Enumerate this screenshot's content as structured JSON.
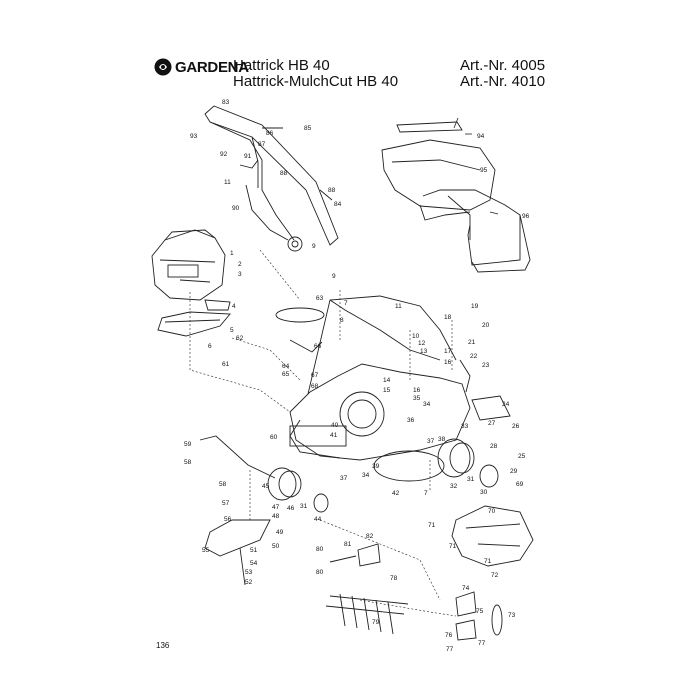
{
  "header": {
    "brand": "GARDENA",
    "model_line1": "Hattrick HB 40",
    "model_line2": "Hattrick-MulchCut HB 40",
    "art_no_1": "Art.-Nr. 4005",
    "art_no_2": "Art.-Nr. 4010"
  },
  "parts": [
    {
      "id": "83",
      "n": "83"
    },
    {
      "id": "85",
      "n": "85"
    },
    {
      "id": "86",
      "n": "86"
    },
    {
      "id": "87",
      "n": "87"
    },
    {
      "id": "93",
      "n": "93"
    },
    {
      "id": "92",
      "n": "92"
    },
    {
      "id": "91",
      "n": "91"
    },
    {
      "id": "11a",
      "n": "11"
    },
    {
      "id": "88a",
      "n": "88"
    },
    {
      "id": "88b",
      "n": "88"
    },
    {
      "id": "84",
      "n": "84"
    },
    {
      "id": "90",
      "n": "90"
    },
    {
      "id": "9a",
      "n": "9"
    },
    {
      "id": "94",
      "n": "94"
    },
    {
      "id": "95",
      "n": "95"
    },
    {
      "id": "96",
      "n": "96"
    },
    {
      "id": "1",
      "n": "1"
    },
    {
      "id": "2",
      "n": "2"
    },
    {
      "id": "3",
      "n": "3"
    },
    {
      "id": "4",
      "n": "4"
    },
    {
      "id": "5",
      "n": "5"
    },
    {
      "id": "6",
      "n": "6"
    },
    {
      "id": "9b",
      "n": "9"
    },
    {
      "id": "63",
      "n": "63"
    },
    {
      "id": "7a",
      "n": "7"
    },
    {
      "id": "8",
      "n": "8"
    },
    {
      "id": "11b",
      "n": "11"
    },
    {
      "id": "19",
      "n": "19"
    },
    {
      "id": "18",
      "n": "18"
    },
    {
      "id": "20",
      "n": "20"
    },
    {
      "id": "10",
      "n": "10"
    },
    {
      "id": "12",
      "n": "12"
    },
    {
      "id": "13",
      "n": "13"
    },
    {
      "id": "21",
      "n": "21"
    },
    {
      "id": "17",
      "n": "17"
    },
    {
      "id": "22",
      "n": "22"
    },
    {
      "id": "16a",
      "n": "16"
    },
    {
      "id": "23",
      "n": "23"
    },
    {
      "id": "62",
      "n": "62"
    },
    {
      "id": "66",
      "n": "66"
    },
    {
      "id": "61",
      "n": "61"
    },
    {
      "id": "64",
      "n": "64"
    },
    {
      "id": "65",
      "n": "65"
    },
    {
      "id": "67",
      "n": "67"
    },
    {
      "id": "68",
      "n": "68"
    },
    {
      "id": "14",
      "n": "14"
    },
    {
      "id": "15",
      "n": "15"
    },
    {
      "id": "16b",
      "n": "16"
    },
    {
      "id": "35",
      "n": "35"
    },
    {
      "id": "34a",
      "n": "34"
    },
    {
      "id": "24",
      "n": "24"
    },
    {
      "id": "36",
      "n": "36"
    },
    {
      "id": "33",
      "n": "33"
    },
    {
      "id": "27",
      "n": "27"
    },
    {
      "id": "26",
      "n": "26"
    },
    {
      "id": "25",
      "n": "25"
    },
    {
      "id": "40",
      "n": "40"
    },
    {
      "id": "41",
      "n": "41"
    },
    {
      "id": "60",
      "n": "60"
    },
    {
      "id": "37a",
      "n": "37"
    },
    {
      "id": "38",
      "n": "38"
    },
    {
      "id": "28",
      "n": "28"
    },
    {
      "id": "29",
      "n": "29"
    },
    {
      "id": "59",
      "n": "59"
    },
    {
      "id": "58a",
      "n": "58"
    },
    {
      "id": "39",
      "n": "39"
    },
    {
      "id": "37b",
      "n": "37"
    },
    {
      "id": "34b",
      "n": "34"
    },
    {
      "id": "31a",
      "n": "31"
    },
    {
      "id": "69",
      "n": "69"
    },
    {
      "id": "58b",
      "n": "58"
    },
    {
      "id": "45",
      "n": "45"
    },
    {
      "id": "42",
      "n": "42"
    },
    {
      "id": "7b",
      "n": "7"
    },
    {
      "id": "32",
      "n": "32"
    },
    {
      "id": "30",
      "n": "30"
    },
    {
      "id": "57",
      "n": "57"
    },
    {
      "id": "47",
      "n": "47"
    },
    {
      "id": "48",
      "n": "48"
    },
    {
      "id": "46",
      "n": "46"
    },
    {
      "id": "31b",
      "n": "31"
    },
    {
      "id": "44",
      "n": "44"
    },
    {
      "id": "70",
      "n": "70"
    },
    {
      "id": "56",
      "n": "56"
    },
    {
      "id": "49",
      "n": "49"
    },
    {
      "id": "71a",
      "n": "71"
    },
    {
      "id": "82",
      "n": "82"
    },
    {
      "id": "50",
      "n": "50"
    },
    {
      "id": "55",
      "n": "55"
    },
    {
      "id": "51",
      "n": "51"
    },
    {
      "id": "54",
      "n": "54"
    },
    {
      "id": "80a",
      "n": "80"
    },
    {
      "id": "81",
      "n": "81"
    },
    {
      "id": "71b",
      "n": "71"
    },
    {
      "id": "71c",
      "n": "71"
    },
    {
      "id": "53",
      "n": "53"
    },
    {
      "id": "80b",
      "n": "80"
    },
    {
      "id": "72",
      "n": "72"
    },
    {
      "id": "52",
      "n": "52"
    },
    {
      "id": "78",
      "n": "78"
    },
    {
      "id": "74",
      "n": "74"
    },
    {
      "id": "79",
      "n": "79"
    },
    {
      "id": "75",
      "n": "75"
    },
    {
      "id": "73",
      "n": "73"
    },
    {
      "id": "76",
      "n": "76"
    },
    {
      "id": "77a",
      "n": "77"
    },
    {
      "id": "77b",
      "n": "77"
    }
  ],
  "footer": {
    "page_number": "136"
  }
}
